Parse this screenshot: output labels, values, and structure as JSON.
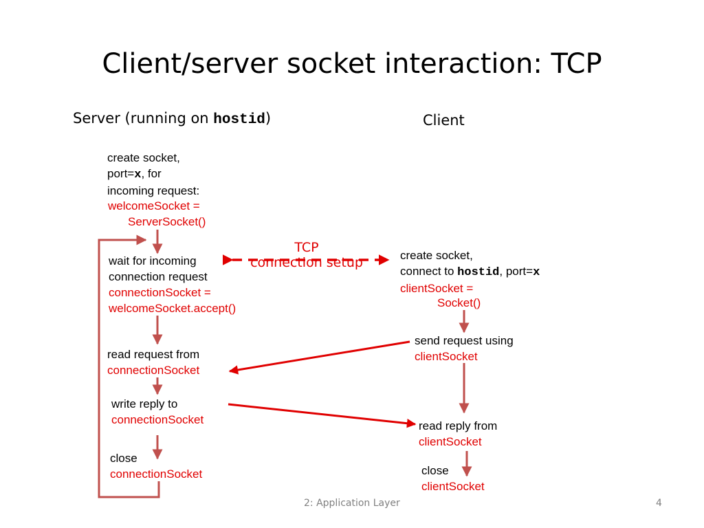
{
  "title": "Client/server socket interaction: TCP",
  "server_header": {
    "prefix": "Server (running on ",
    "code": "hostid",
    "suffix": ")"
  },
  "client_header": "Client",
  "server_steps": {
    "create": {
      "line1": "create socket,",
      "line2_prefix": "port=",
      "line2_code": "x",
      "line2_suffix": ", for",
      "line3": "incoming request:",
      "code1": "welcomeSocket =",
      "code2": "ServerSocket()"
    },
    "wait": {
      "line1": "wait for incoming",
      "line2": "connection request",
      "code1": "connectionSocket =",
      "code2": "welcomeSocket.accept()"
    },
    "read": {
      "line1": "read request from",
      "code": "connectionSocket"
    },
    "write": {
      "line1": "write reply to",
      "code": "connectionSocket"
    },
    "close": {
      "line1": "close",
      "code": "connectionSocket"
    }
  },
  "client_steps": {
    "create": {
      "line1": "create socket,",
      "line2_prefix": "connect to ",
      "line2_code": "hostid",
      "line2_mid": ", port=",
      "line2_code2": "x",
      "code1": "clientSocket =",
      "code2": "Socket()"
    },
    "send": {
      "line1": "send request using",
      "code": "clientSocket"
    },
    "read": {
      "line1": "read reply from",
      "code": "clientSocket"
    },
    "close": {
      "line1": "close",
      "code": "clientSocket"
    }
  },
  "tcp_label": {
    "line1": "TCP",
    "line2": "connection setup"
  },
  "footer": {
    "chapter": "2: Application Layer",
    "page": "4"
  },
  "colors": {
    "red_text": "#e00000",
    "arrow_dark": "#c0504d",
    "footer_gray": "#7f7f7f"
  }
}
